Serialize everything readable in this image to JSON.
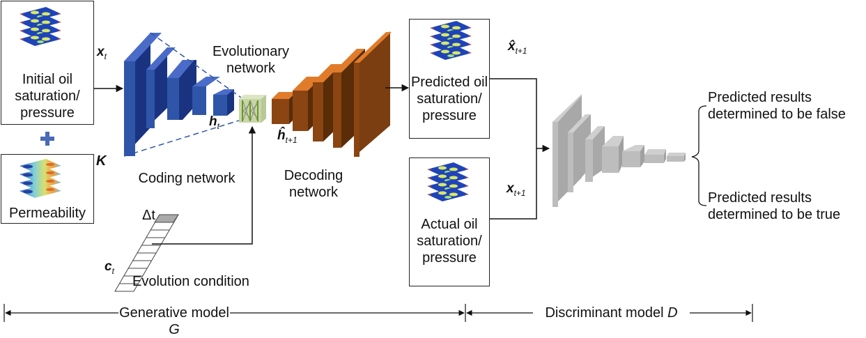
{
  "inputs": {
    "initial_state": {
      "label_lines": [
        "Initial oil",
        "saturation/",
        "pressure"
      ],
      "symbol": "x",
      "subscript": "t"
    },
    "plus_sign": "+",
    "permeability": {
      "label": "Permeability",
      "symbol": "K"
    }
  },
  "generator": {
    "coding_network": {
      "label": "Coding network",
      "latent_symbol": "h",
      "latent_subscript": "t"
    },
    "evolutionary_network": {
      "label_lines": [
        "Evolutionary",
        "network"
      ]
    },
    "decoding_network": {
      "label_lines": [
        "Decoding",
        "network"
      ],
      "latent_symbol": "ĥ",
      "latent_subscript": "t+1"
    },
    "evolution_condition": {
      "label": "Evolution condition",
      "delta_label": "Δt",
      "symbol": "c",
      "subscript": "t"
    }
  },
  "outputs": {
    "predicted": {
      "label_lines": [
        "Predicted oil",
        "saturation/",
        "pressure"
      ],
      "symbol": "x̂",
      "subscript": "t+1"
    },
    "actual": {
      "label_lines": [
        "Actual oil",
        "saturation/",
        "pressure"
      ],
      "symbol": "x",
      "subscript": "t+1"
    }
  },
  "discriminator": {
    "result_false": [
      "Predicted results",
      "determined to be false"
    ],
    "result_true": [
      "Predicted results",
      "determined to be true"
    ]
  },
  "ranges": {
    "generative": {
      "label": "Generative model ",
      "symbol": "G"
    },
    "discriminant": {
      "label": "Discriminant model ",
      "symbol": "D"
    }
  },
  "colors": {
    "encoder": "#2e55a8",
    "encoder_dark": "#1a3380",
    "decoder": "#8a4513",
    "decoder_top": "#e07b2a",
    "evo_block": "#c8d5a8",
    "discriminator": "#b5b5b5"
  }
}
